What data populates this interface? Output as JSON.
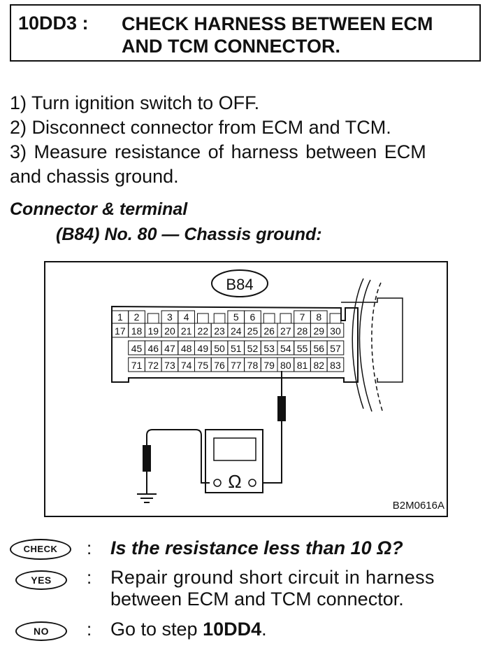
{
  "header": {
    "step_code": "10DD3 :",
    "title_line1": "CHECK HARNESS BETWEEN ECM",
    "title_line2": "AND TCM CONNECTOR."
  },
  "steps": [
    "1)  Turn ignition switch to OFF.",
    "2)  Disconnect connector from ECM and TCM.",
    "3)  Measure resistance of harness between ECM",
    "and chassis ground."
  ],
  "connector": {
    "heading": "Connector & terminal",
    "subheading": "(B84) No. 80 — Chassis ground:"
  },
  "diagram": {
    "connector_id": "B84",
    "row1": [
      "1",
      "2",
      "",
      "3",
      "4",
      "",
      "",
      "5",
      "6",
      "",
      "",
      "7",
      "8",
      ""
    ],
    "row2": [
      "17",
      "18",
      "19",
      "20",
      "21",
      "22",
      "23",
      "24",
      "25",
      "26",
      "27",
      "28",
      "29",
      "30"
    ],
    "row3": [
      "",
      "45",
      "46",
      "47",
      "48",
      "49",
      "50",
      "51",
      "52",
      "53",
      "54",
      "55",
      "56",
      "57"
    ],
    "row4": [
      "",
      "71",
      "72",
      "73",
      "74",
      "75",
      "76",
      "77",
      "78",
      "79",
      "80",
      "81",
      "82",
      "83"
    ],
    "meter_symbol": "Ω",
    "figure_code": "B2M0616A"
  },
  "qa": {
    "check_badge": "CHECK",
    "check_text": "Is the resistance less than 10 Ω?",
    "yes_badge": "YES",
    "yes_text_line1": "Repair ground short circuit in harness",
    "yes_text_line2": "between ECM and TCM connector.",
    "no_badge": "NO",
    "no_text_prefix": "Go to step ",
    "no_text_step": "10DD4",
    "no_text_suffix": ".",
    "colon": ":"
  }
}
